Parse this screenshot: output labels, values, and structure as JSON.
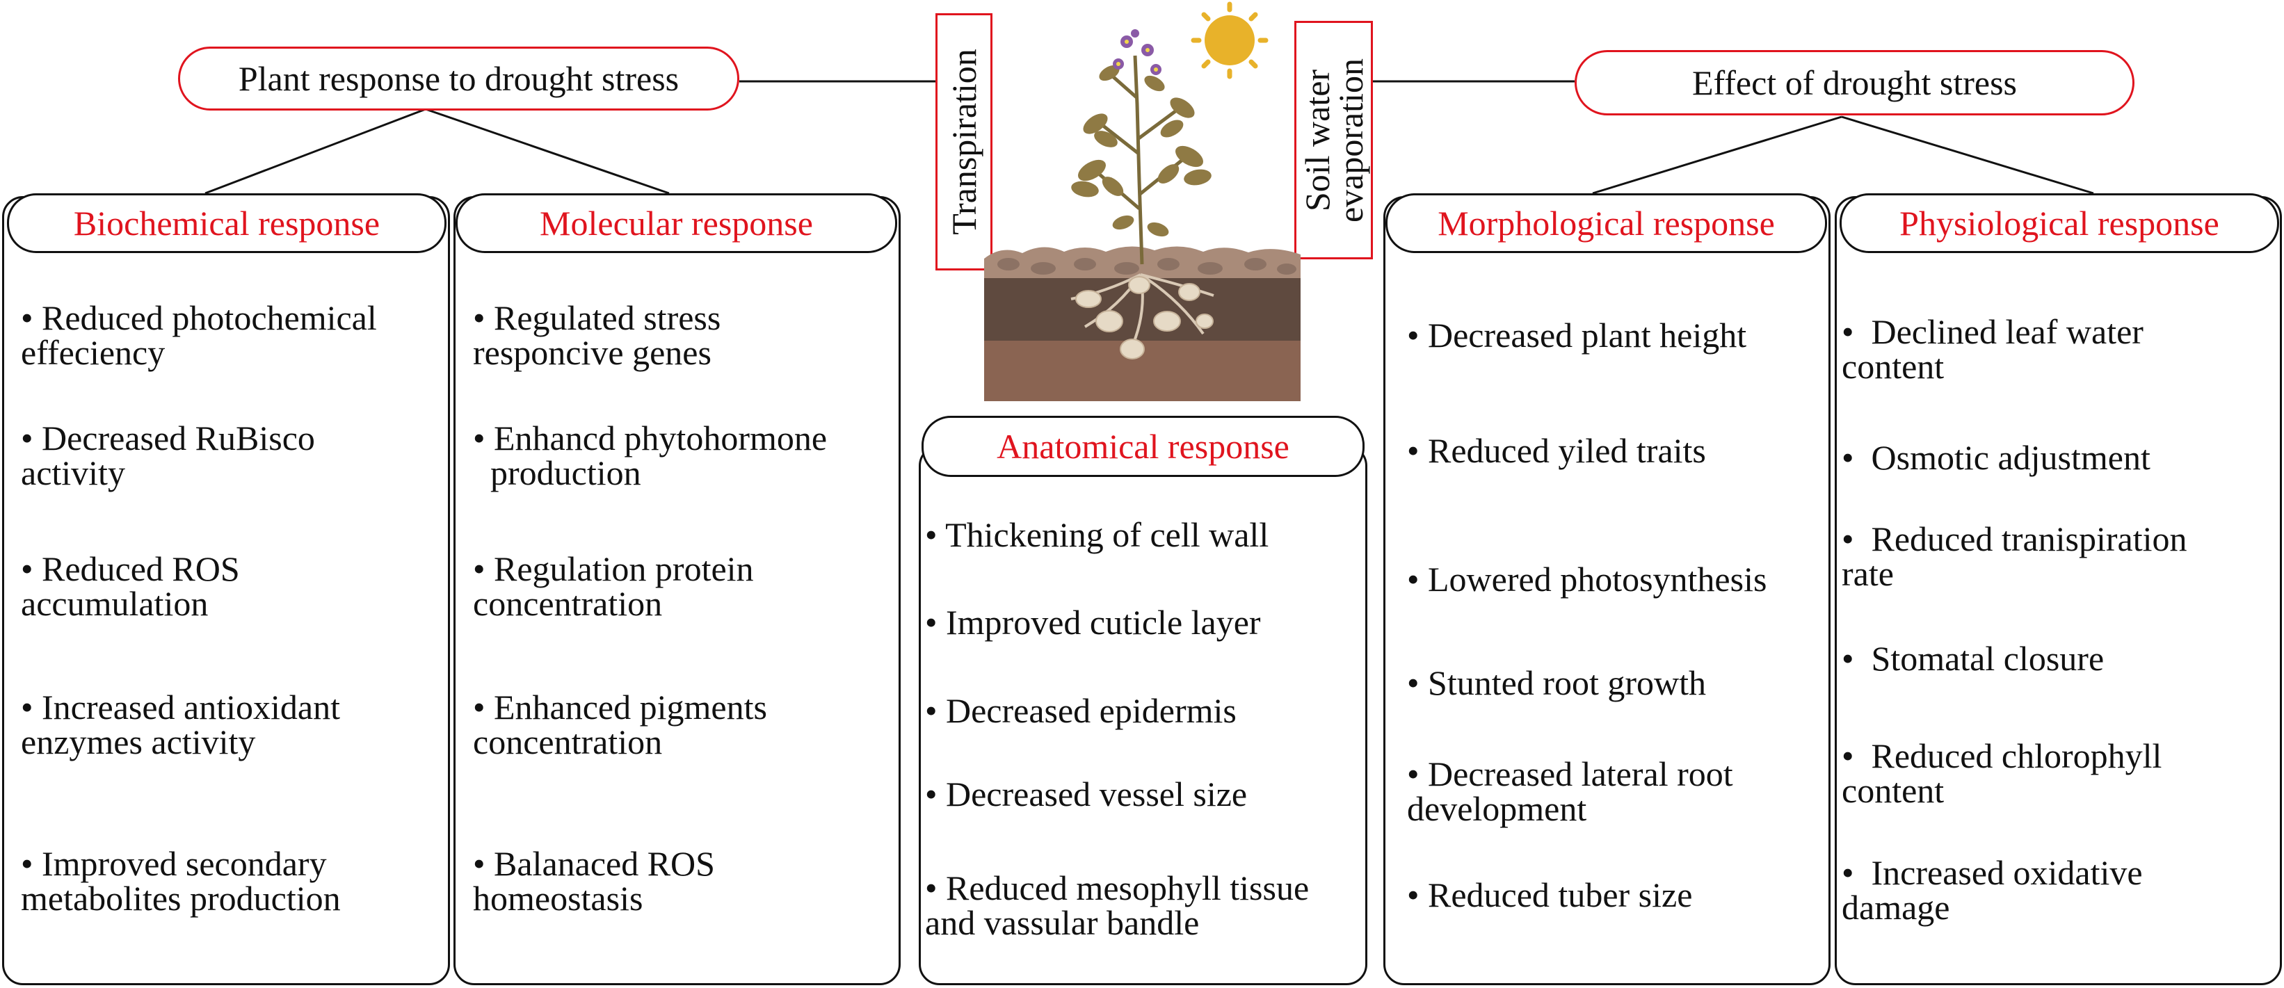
{
  "left_title": "Plant response to drought stress",
  "right_title": "Effect of drought stress",
  "transpiration_label": "Transpiration",
  "evaporation_label": "Soil water\nevaporation",
  "colors": {
    "accent": "#e0141e",
    "border": "#111111",
    "text": "#111111"
  },
  "panels": {
    "biochemical": {
      "title": "Biochemical response",
      "items": [
        "• Reduced photochemical\neffeciency",
        "• Decreased RuBisco\nactivity",
        "• Reduced ROS\naccumulation",
        "• Increased antioxidant\nenzymes activity",
        "• Improved secondary\nmetabolites production"
      ]
    },
    "molecular": {
      "title": "Molecular response",
      "items": [
        "• Regulated stress\nresponcive genes",
        "• Enhancd phytohormone\n  production",
        "• Regulation protein\nconcentration",
        "• Enhanced pigments\nconcentration",
        "• Balanaced ROS\nhomeostasis"
      ]
    },
    "anatomical": {
      "title": "Anatomical response",
      "items": [
        "• Thickening of cell wall",
        "• Improved cuticle layer",
        "• Decreased epidermis",
        "• Decreased vessel size",
        "• Reduced mesophyll tissue\nand vassular bandle"
      ]
    },
    "morphological": {
      "title": "Morphological response",
      "items": [
        "• Decreased plant height",
        "• Reduced yiled traits",
        "• Lowered photosynthesis",
        "• Stunted root growth",
        "• Decreased lateral root\ndevelopment",
        "• Reduced tuber size"
      ]
    },
    "physiological": {
      "title": "Physiological response",
      "items": [
        "•  Declined leaf water\ncontent",
        "•  Osmotic adjustment",
        "•  Reduced tranispiration\nrate",
        "•  Stomatal closure",
        "•  Reduced chlorophyll\ncontent",
        "•  Increased oxidative\ndamage"
      ]
    }
  }
}
